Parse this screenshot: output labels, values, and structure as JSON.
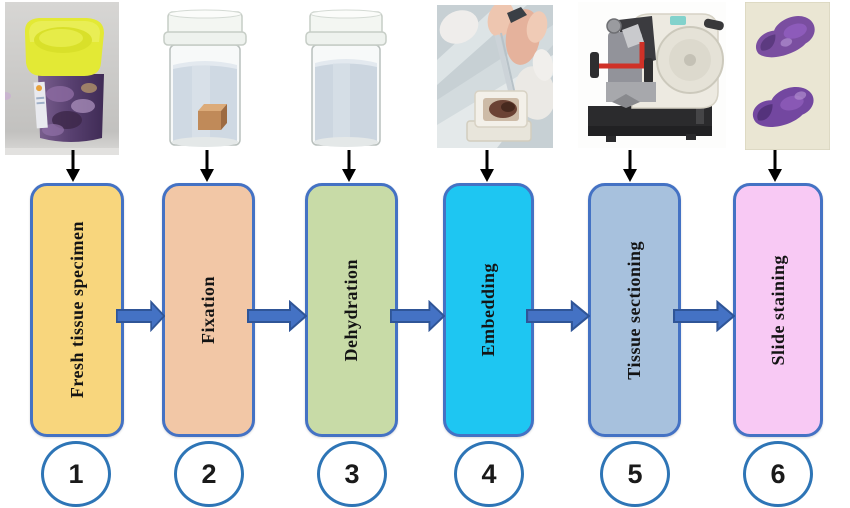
{
  "steps": [
    {
      "number": "1",
      "label": "Fresh tissue specimen",
      "box_color": "#F8D67D",
      "image": "specimen-jar-photo"
    },
    {
      "number": "2",
      "label": "Fixation",
      "box_color": "#F2C7A6",
      "image": "fixation-jar-photo"
    },
    {
      "number": "3",
      "label": "Dehydration",
      "box_color": "#C8DBA7",
      "image": "dehydration-jar-photo"
    },
    {
      "number": "4",
      "label": "Embedding",
      "box_color": "#1EC6F2",
      "image": "embedding-station-photo"
    },
    {
      "number": "5",
      "label": "Tissue sectioning",
      "box_color": "#A7C1DD",
      "image": "microtome-photo"
    },
    {
      "number": "6",
      "label": "Slide staining",
      "box_color": "#F8C9F4",
      "image": "stained-tissue-sections-photo"
    }
  ],
  "colors": {
    "background": "#FFFFFF",
    "box_border": "#4472C4",
    "box_text": "#141414",
    "flow_arrow_fill": "#4472C4",
    "flow_arrow_outline": "#2F5597",
    "circle_fill": "#FFFFFF",
    "circle_border": "#2E75B6",
    "down_arrow": "#000000"
  }
}
